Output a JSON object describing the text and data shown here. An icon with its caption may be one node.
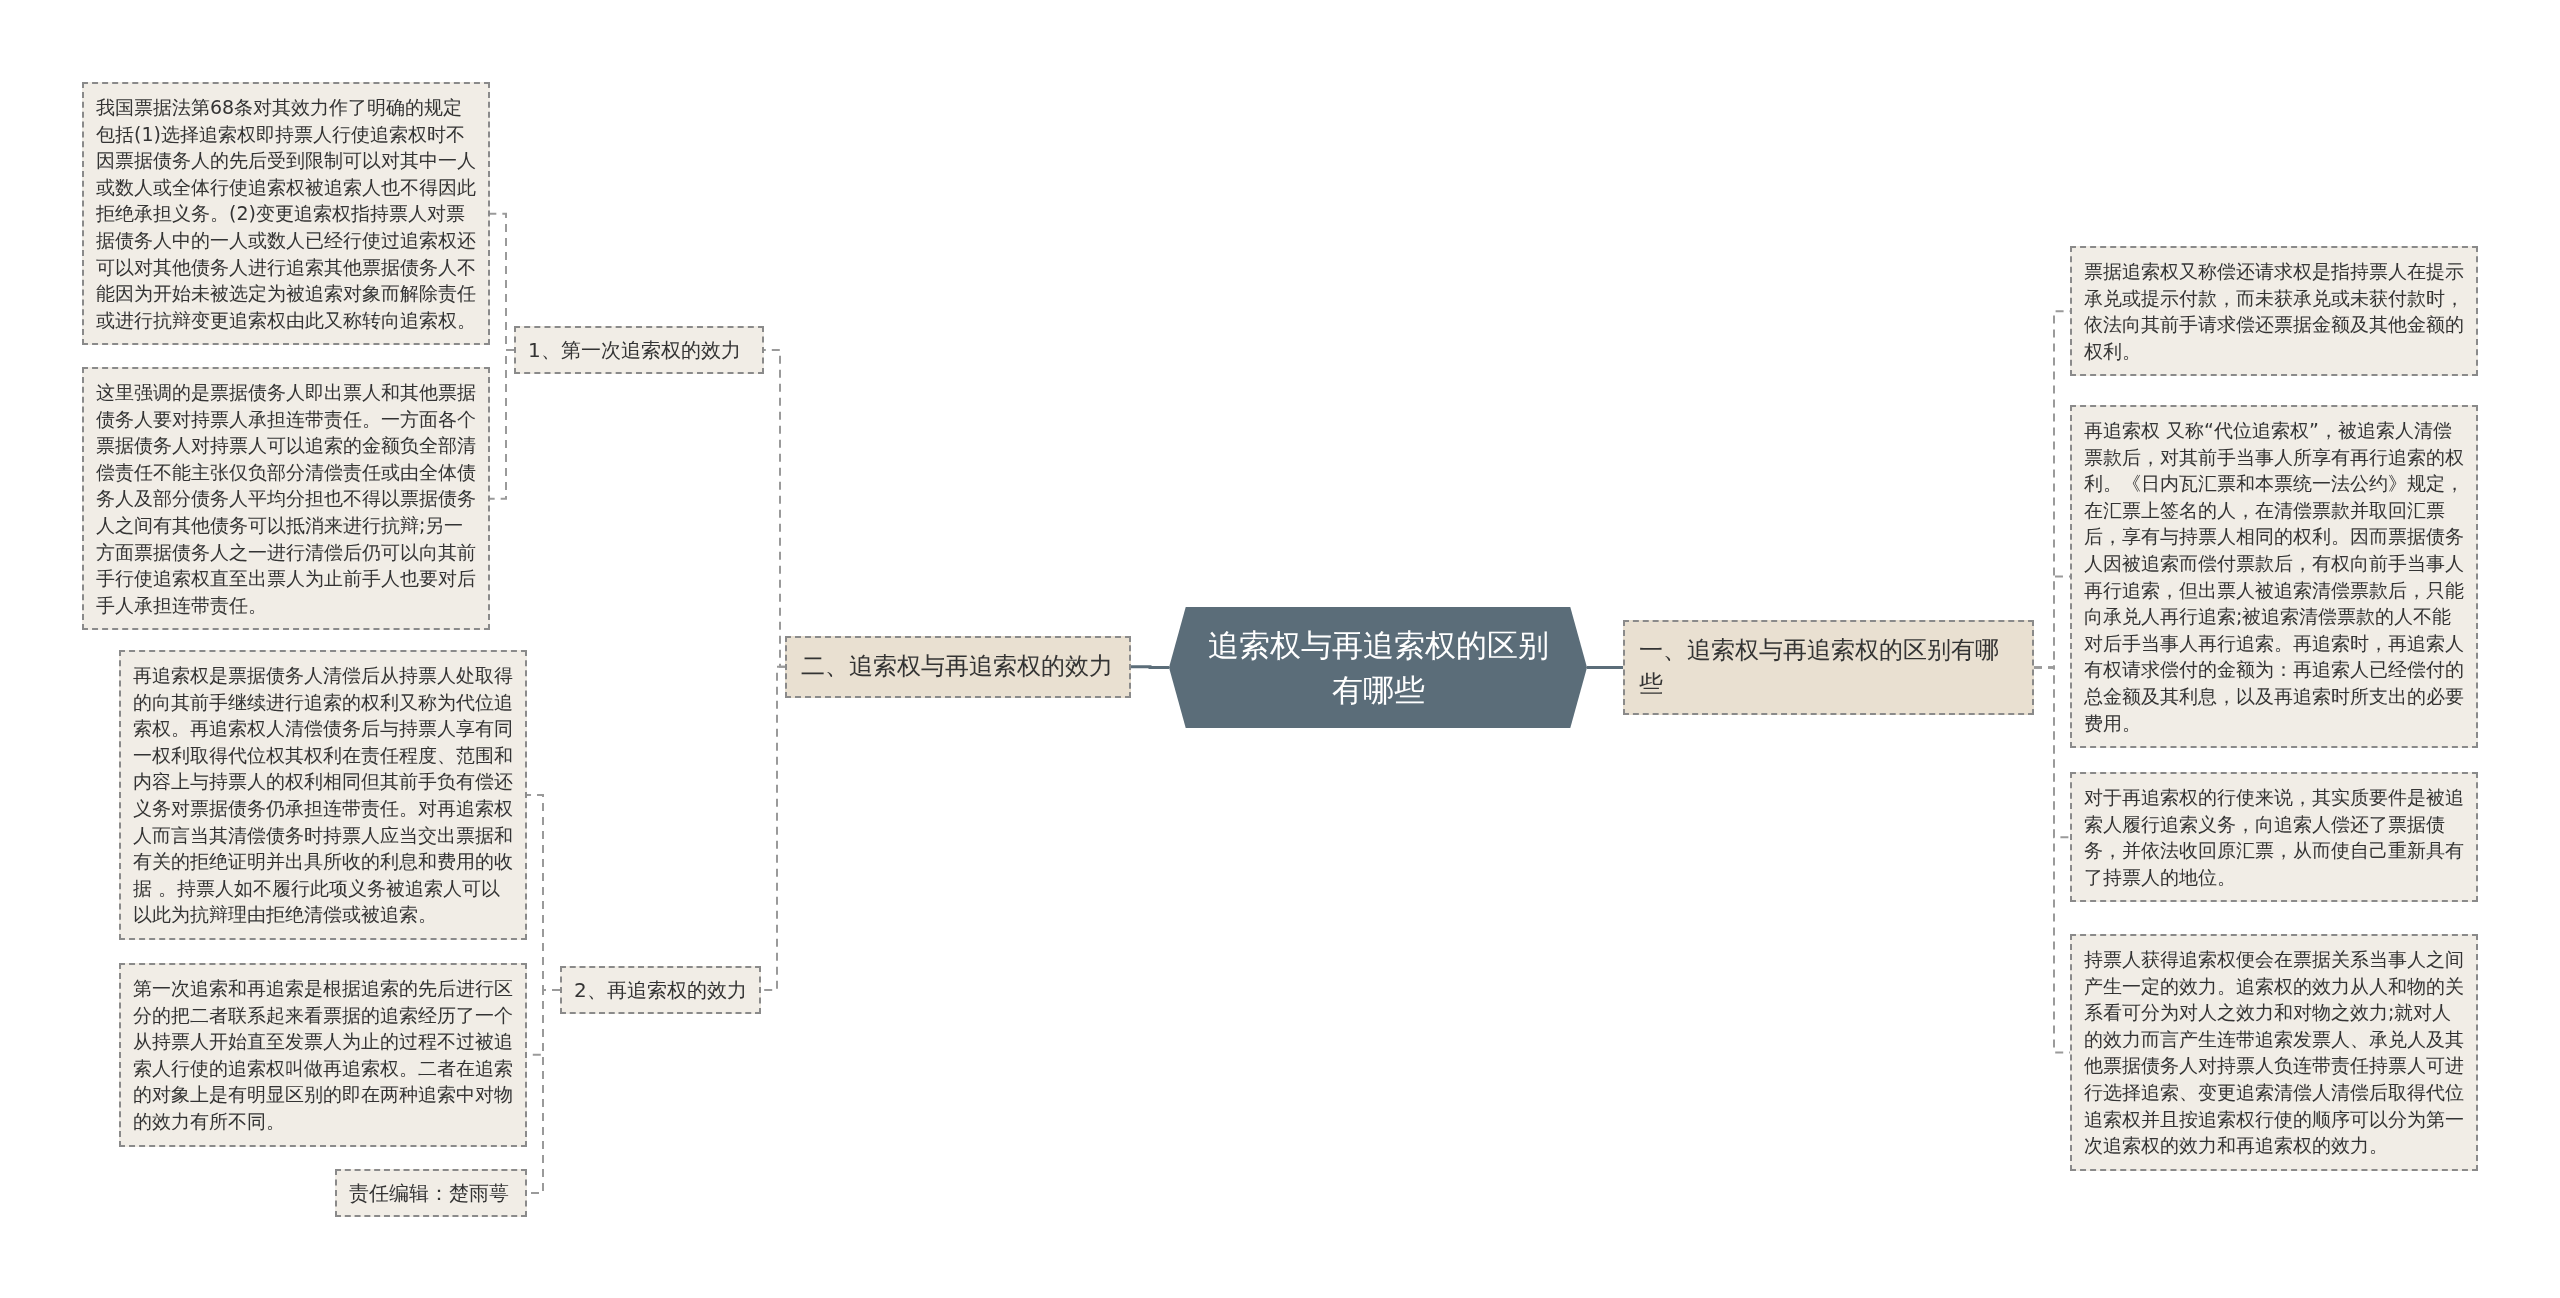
{
  "diagram": {
    "nodes": [
      {
        "text": [
          "追索权与再追索权的区别有哪些"
        ]
      },
      {
        "text": [
          "二、追索权与再追索权的效力"
        ]
      },
      {
        "text": [
          "1、第一次追索权的效力"
        ]
      },
      {
        "text": [
          "我国票据法第68条对其效力作了明确的规定包括(1)选择追索权即持票人行使追索权时不因票据债务人的先后受到限制可以对其中一人或数人或全体行使追索权被追索人也不得因此拒绝承担义务。(2)变更追索权指持票人对票据债务人中的一人或数人已经行使过追索权还可以对其他债务人进行追索其他票据债务人不能因为开始未被选定为被追索对象而解除责任或进行抗辩变更追索权由此又称转向追索权。"
        ]
      },
      {
        "text": [
          "这里强调的是票据债务人即出票人和其他票据债务人要对持票人承担连带责任。一方面各个票据债务人对持票人可以追索的金额负全部清偿责任不能主张仅负部分清偿责任或由全体债务人及部分债务人平均分担也不得以票据债务人之间有其他债务可以抵消来进行抗辩;另一方面票据债务人之一进行清偿后仍可以向其前手行使追索权直至出票人为止前手人也要对后手人承担连带责任。"
        ]
      },
      {
        "text": [
          "2、再追索权的效力"
        ]
      },
      {
        "text": [
          "再追索权是票据债务人清偿后从持票人处取得的向其前手继续进行追索的权利又称为代位追索权。再追索权人清偿债务后与持票人享有同一权利取得代位权其权利在责任程度、范围和内容上与持票人的权利相同但其前手负有偿还义务对票据债务仍承担连带责任。对再追索权人而言当其清偿债务时持票人应当交出票据和有关的拒绝证明并出具所收的利息和费用的收据 。持票人如不履行此项义务被追索人可以以此为抗辩理由拒绝清偿或被追索。"
        ]
      },
      {
        "text": [
          "第一次追索和再追索是根据追索的先后进行区分的把二者联系起来看票据的追索经历了一个从持票人开始直至发票人为止的过程不过被追索人行使的追索权叫做再追索权。二者在追索的对象上是有明显区别的即在两种追索中对物的效力有所不同。"
        ]
      },
      {
        "text": [
          "责任编辑：楚雨萼"
        ]
      },
      {
        "text": [
          "一、追索权与再追索权的区别有哪些"
        ]
      },
      {
        "text": [
          "票据追索权又称偿还请求权是指持票人在提示承兑或提示付款，而未获承兑或未获付款时，依法向其前手请求偿还票据金额及其他金额的权利。"
        ]
      },
      {
        "text": [
          "再追索权 又称“代位追索权”，被追索人清偿票款后，对其前手当事人所享有再行追索的权利。《日内瓦汇票和本票统一法公约》规定，在汇票上签名的人，在清偿票款并取回汇票后，享有与持票人相同的权利。因而票据债务人因被追索而偿付票款后，有权向前手当事人再行追索，但出票人被追索清偿票款后，只能向承兑人再行追索;被追索清偿票款的人不能对后手当事人再行追索。再追索时，再追索人有权请求偿付的金额为：再追索人已经偿付的总金额及其利息，以及再追索时所支出的必要费用。"
        ]
      },
      {
        "text": [
          "对于再追索权的行使来说，其实质要件是被追索人履行追索义务，向追索人偿还了票据债务，并依法收回原汇票，从而使自己重新具有了持票人的地位。"
        ]
      },
      {
        "text": [
          "持票人获得追索权便会在票据关系当事人之间产生一定的效力。追索权的效力从人和物的关系看可分为对人之效力和对物之效力;就对人的效力而言产生连带追索发票人、承兑人及其他票据债务人对持票人负连带责任持票人可进行选择追索、变更追索清偿人清偿后取得代位追索权并且按追索权行使的顺序可以分为第一次追索权的效力和再追索权的效力。"
        ]
      }
    ],
    "edges": [
      {
        "from": 0,
        "to": 1,
        "arrow": "none",
        "color": "#5b6d79"
      },
      {
        "from": 1,
        "to": 2,
        "arrow": "none",
        "style": "dashed"
      },
      {
        "from": 2,
        "to": 3,
        "arrow": "none",
        "style": "dashed"
      },
      {
        "from": 2,
        "to": 4,
        "arrow": "none",
        "style": "dashed"
      },
      {
        "from": 1,
        "to": 5,
        "arrow": "none",
        "style": "dashed"
      },
      {
        "from": 5,
        "to": 6,
        "arrow": "none",
        "style": "dashed"
      },
      {
        "from": 5,
        "to": 7,
        "arrow": "none",
        "style": "dashed"
      },
      {
        "from": 5,
        "to": 8,
        "arrow": "none",
        "style": "dashed"
      },
      {
        "from": 0,
        "to": 9,
        "arrow": "none",
        "color": "#5b6d79"
      },
      {
        "from": 9,
        "to": 10,
        "arrow": "none",
        "style": "dashed"
      },
      {
        "from": 9,
        "to": 11,
        "arrow": "none",
        "style": "dashed"
      },
      {
        "from": 9,
        "to": 12,
        "arrow": "none",
        "style": "dashed"
      },
      {
        "from": 9,
        "to": 13,
        "arrow": "none",
        "style": "dashed"
      }
    ]
  }
}
